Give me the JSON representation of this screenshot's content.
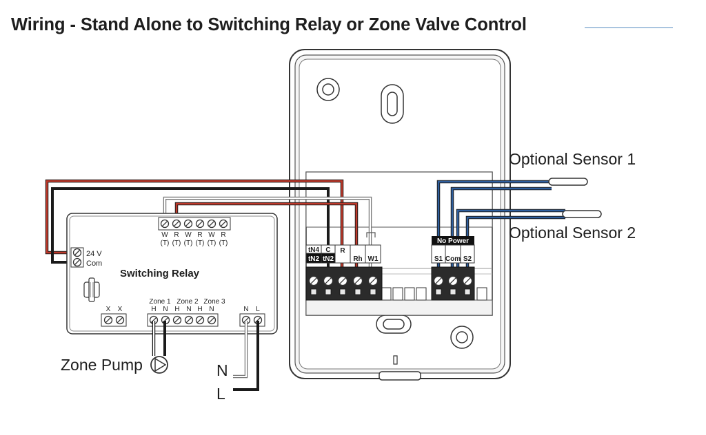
{
  "title": "Wiring - Stand Alone to Switching Relay or Zone Valve Control",
  "colors": {
    "red_wire": "#c0392b",
    "blue_wire": "#2f5f9e",
    "black_wire": "#1a1a1a",
    "grey_wire": "#9a9a9a",
    "title_rule": "#a9c4df"
  },
  "sensors": {
    "sensor1_label": "Optional Sensor 1",
    "sensor2_label": "Optional Sensor 2"
  },
  "thermostat": {
    "terminal_labels": {
      "tn4": "tN4",
      "tn2": "tN2",
      "c": "C",
      "tn2b": "tN2",
      "r": "R",
      "rh": "Rh",
      "w1": "W1"
    },
    "no_power_label": "No Power",
    "sensor_terminals": {
      "s1": "S1",
      "com": "Com",
      "s2": "S2"
    }
  },
  "relay": {
    "label": "Switching Relay",
    "power_24v": "24 V",
    "power_com": "Com",
    "top_terminals": [
      "W",
      "R",
      "W",
      "R",
      "W",
      "R"
    ],
    "top_terminal_suffix": [
      "(T)",
      "(T)",
      "(T)",
      "(T)",
      "(T)",
      "(T)"
    ],
    "x_labels": [
      "X",
      "X"
    ],
    "zones": [
      "Zone 1",
      "Zone 2",
      "Zone 3"
    ],
    "zone_terminals": [
      "H",
      "N",
      "H",
      "N",
      "H",
      "N"
    ],
    "line_labels": [
      "N",
      "L"
    ]
  },
  "zone_pump_label": "Zone Pump",
  "supply": {
    "n_label": "N",
    "l_label": "L"
  }
}
